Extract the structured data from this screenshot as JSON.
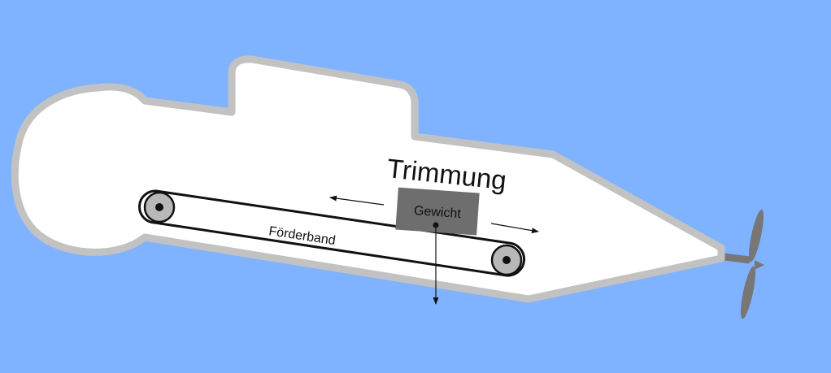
{
  "diagram": {
    "title": "Trimmung",
    "weight_label": "Gewicht",
    "conveyor_label": "Förderband"
  },
  "colors": {
    "water": "#80b3ff",
    "hull_fill": "#ffffff",
    "hull_outline": "#c2c2c2",
    "weight_box": "#6e6e6e",
    "pulley": "#b8b8b8",
    "propeller": "#777777",
    "ink": "#111111"
  },
  "icons": {
    "left_arrow": "left-arrow-icon",
    "right_arrow": "right-arrow-icon",
    "gravity_arrow": "down-arrow-icon"
  }
}
